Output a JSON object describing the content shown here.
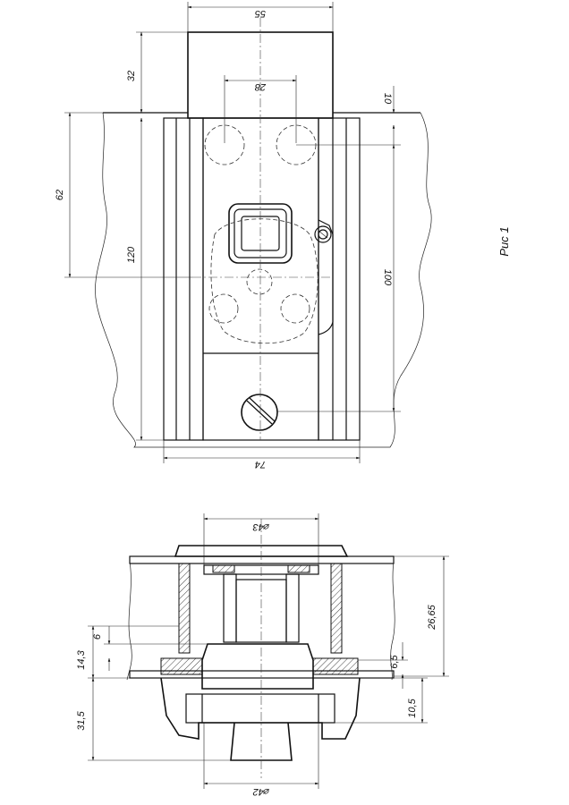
{
  "figure": {
    "caption": "Рис 1"
  },
  "top_view_dims": {
    "d55": "55",
    "d28": "28",
    "d32": "32",
    "d10": "10",
    "d62": "62",
    "d120": "120",
    "d100": "100",
    "d74": "74"
  },
  "section_view_dims": {
    "d43": "⌀43",
    "d42": "⌀42",
    "d26_65": "26,65",
    "d6_5": "6,5",
    "d10_5": "10,5",
    "d14_3": "14,3",
    "d6": "6",
    "d31_5": "31,5"
  }
}
